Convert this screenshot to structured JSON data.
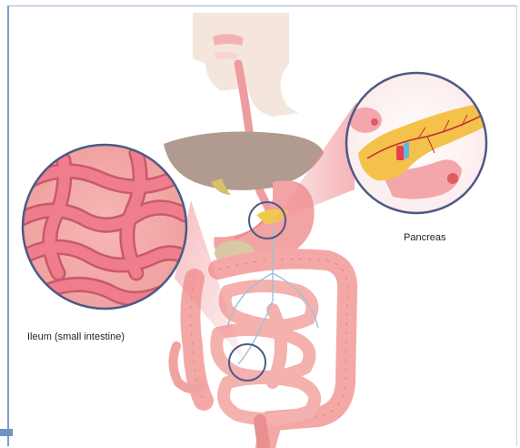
{
  "labels": {
    "pancreas": "Pancreas",
    "ileum": "Ileum (small intestine)"
  },
  "colors": {
    "frame": "#7f9ec9",
    "skin": "#f4e6dc",
    "intestine": "#f4a3a6",
    "intestine_dark": "#d9787e",
    "liver": "#b19a8f",
    "pancreas": "#f4c24a",
    "vessel": "#c42b36",
    "callout_ring": "#4c5a86",
    "callout_beam": "#f08a8f"
  },
  "icons": [
    "pancreas-callout-circle",
    "ileum-callout-circle"
  ]
}
